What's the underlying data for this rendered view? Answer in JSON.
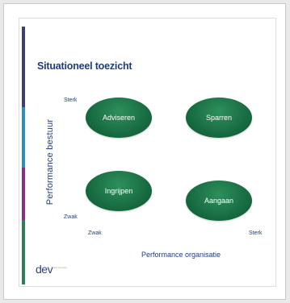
{
  "slide": {
    "title": "Situationeel toezicht",
    "y_axis_label": "Performance bestuur",
    "x_axis_label": "Performance organisatie",
    "y_high": "Sterk",
    "y_low": "Zwak",
    "x_low": "Zwak",
    "x_high": "Sterk",
    "quadrants": [
      "Adviseren",
      "Sparren",
      "Ingrijpen",
      "Aangaan"
    ],
    "logo_text": "dev"
  },
  "colors": {
    "title": "#1f3d7a",
    "bubble": "#15663d",
    "stripe": [
      "#3d3f7a",
      "#2b8fbf",
      "#8a2d86",
      "#2c7f5a"
    ]
  }
}
